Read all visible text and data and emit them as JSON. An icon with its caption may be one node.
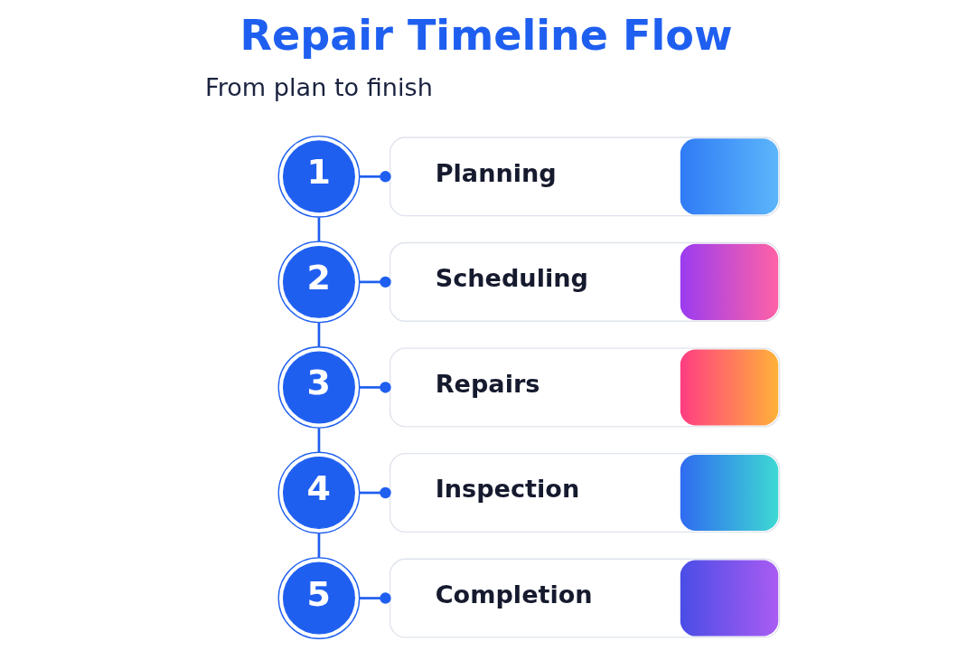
{
  "diagram": {
    "title": "Repair Timeline Flow",
    "nodes": [
      {
        "text": [
          "1"
        ]
      },
      {
        "text": [
          "Planning"
        ]
      },
      {
        "text": [
          "2"
        ]
      },
      {
        "text": [
          "Scheduling"
        ]
      },
      {
        "text": [
          "3"
        ]
      },
      {
        "text": [
          "Repairs"
        ]
      },
      {
        "text": [
          "4"
        ]
      },
      {
        "text": [
          "Inspection"
        ]
      },
      {
        "text": [
          "5"
        ]
      },
      {
        "text": [
          "Completion"
        ]
      }
    ],
    "edges": [
      {
        "from": 0,
        "to": 1,
        "arrow": "other"
      },
      {
        "from": 0,
        "to": 2,
        "arrow": "none"
      },
      {
        "from": 2,
        "to": 3,
        "arrow": "other"
      },
      {
        "from": 2,
        "to": 4,
        "arrow": "none"
      },
      {
        "from": 4,
        "to": 5,
        "arrow": "other"
      },
      {
        "from": 4,
        "to": 6,
        "arrow": "none"
      },
      {
        "from": 6,
        "to": 7,
        "arrow": "other"
      },
      {
        "from": 6,
        "to": 8,
        "arrow": "none"
      },
      {
        "from": 8,
        "to": 9,
        "arrow": "other"
      }
    ],
    "labels": [
      "From plan to finish"
    ]
  }
}
